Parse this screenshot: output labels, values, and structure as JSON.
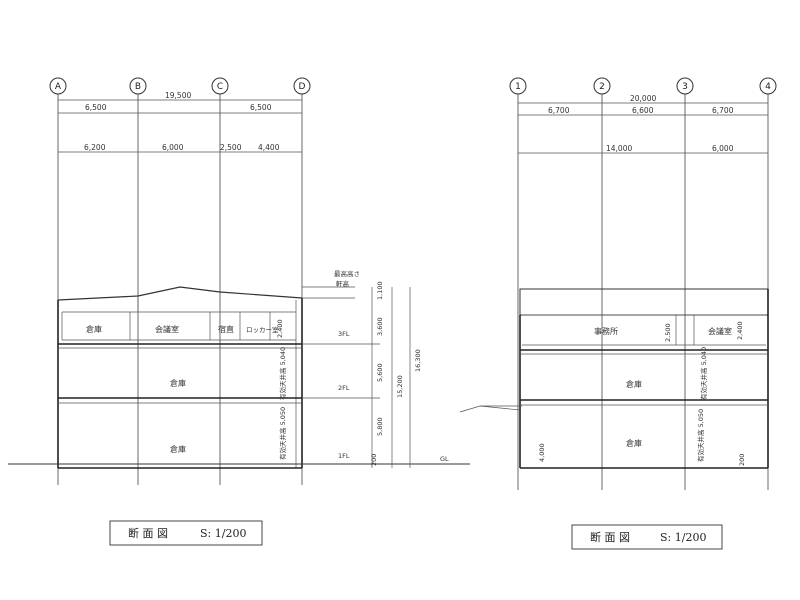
{
  "left_section": {
    "grid_labels": [
      "A",
      "B",
      "C",
      "D"
    ],
    "dims_total": "19,500",
    "dims_row1": [
      "6,500",
      "6,500"
    ],
    "dims_row2": [
      "6,200",
      "6,000",
      "2,500",
      "4,400"
    ],
    "room_3f": [
      "倉庫",
      "会議室",
      "宿直",
      "ロッカー室"
    ],
    "room_2f": "倉庫",
    "room_1f": "倉庫",
    "levels": [
      "最高高さ",
      "軒高",
      "3FL",
      "2FL",
      "1FL"
    ],
    "heights": [
      "1,100",
      "3,600",
      "5,600",
      "5,800",
      "200",
      "15,200",
      "16,300"
    ],
    "clear_heights": [
      "有効天井高 5,040",
      "有効天井高 5,050",
      "2,400"
    ],
    "title": "断 面 図",
    "scale": "S: 1/200"
  },
  "right_section": {
    "grid_labels": [
      "1",
      "2",
      "3",
      "4"
    ],
    "dims_total": "20,000",
    "dims_row1": [
      "6,700",
      "6,600",
      "6,700"
    ],
    "dims_row2": [
      "14,000",
      "6,000"
    ],
    "room_2f": [
      "事務所",
      "会議室"
    ],
    "room_2f_warehouse": "倉庫",
    "room_1f": "倉庫",
    "heights": [
      "2,500",
      "2,400",
      "4,000",
      "200"
    ],
    "clear_heights": [
      "有効天井高 5,040",
      "有効天井高 5,050"
    ],
    "ground": "GL",
    "title": "断 面 図",
    "scale": "S: 1/200"
  }
}
